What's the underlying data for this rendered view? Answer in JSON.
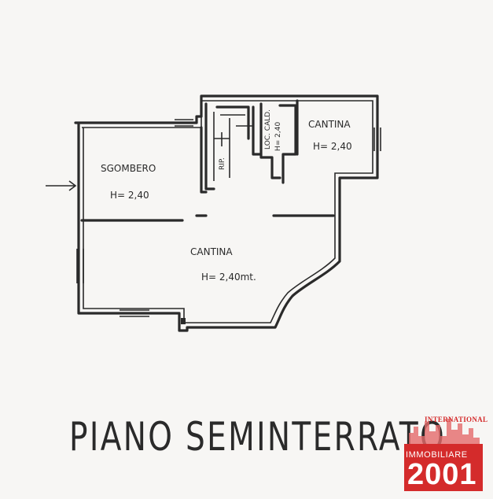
{
  "rooms": {
    "sgombero": {
      "name": "SGOMBERO",
      "height": "H= 2,40"
    },
    "cantina_main": {
      "name": "CANTINA",
      "height": "H= 2,40mt."
    },
    "cantina_small": {
      "name": "CANTINA",
      "height": "H= 2,40"
    },
    "loc_cald": {
      "name": "LOC. CALD.",
      "height": "H= 2,40"
    },
    "rip": {
      "name": "RIP."
    }
  },
  "title": "PIANO SEMINTERRATO",
  "logo": {
    "top_text": "INTERNATIONAL",
    "word": "IMMOBILIARE",
    "year": "2001",
    "colors": {
      "red": "#d42b2b",
      "pink": "#e46a6a"
    }
  },
  "colors": {
    "ink": "#2a2a2a",
    "paper": "#f7f6f4"
  }
}
